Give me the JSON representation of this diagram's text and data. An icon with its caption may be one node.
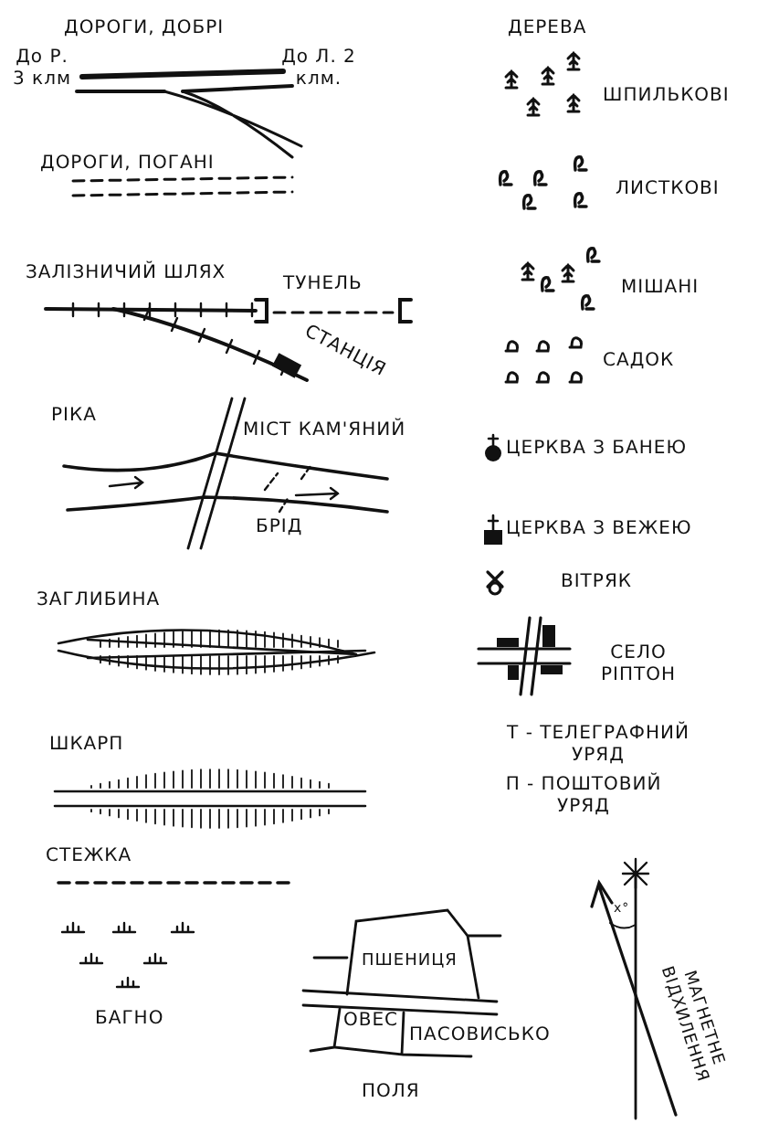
{
  "diagram": {
    "labels": [
      "ДОРОГИ, ДОБРІ",
      "До Р. 3 клм",
      "До Л. 2 клм.",
      "ДОРОГИ, ПОГАНІ",
      "ЗАЛІЗНИЧИЙ ШЛЯХ",
      "ТУНЕЛЬ",
      "СТАНЦІЯ",
      "РІКА",
      "МІСТ КАМ'ЯНИЙ",
      "БРІД",
      "ЗАГЛИБИНА",
      "ШКАРП",
      "СТЕЖКА",
      "БАГНО",
      "ПШЕНИЦЯ",
      "ОВЕС",
      "ПАСОВИСЬКО",
      "ПОЛЯ",
      "ДЕРЕВА",
      "ШПИЛЬКОВІ",
      "ЛИСТКОВІ",
      "МІШАНІ",
      "САДОК",
      "ЦЕРКВА З БАНЕЮ",
      "ЦЕРКВА З ВЕЖЕЮ",
      "ВІТРЯК",
      "СЕЛО РІПТОН",
      "Т - ТЕЛЕГРАФНИЙ УРЯД",
      "П - ПОШТОВИЙ УРЯД",
      "x°",
      "МАГНЕТНЕ ВІДХИЛЕННЯ"
    ]
  }
}
